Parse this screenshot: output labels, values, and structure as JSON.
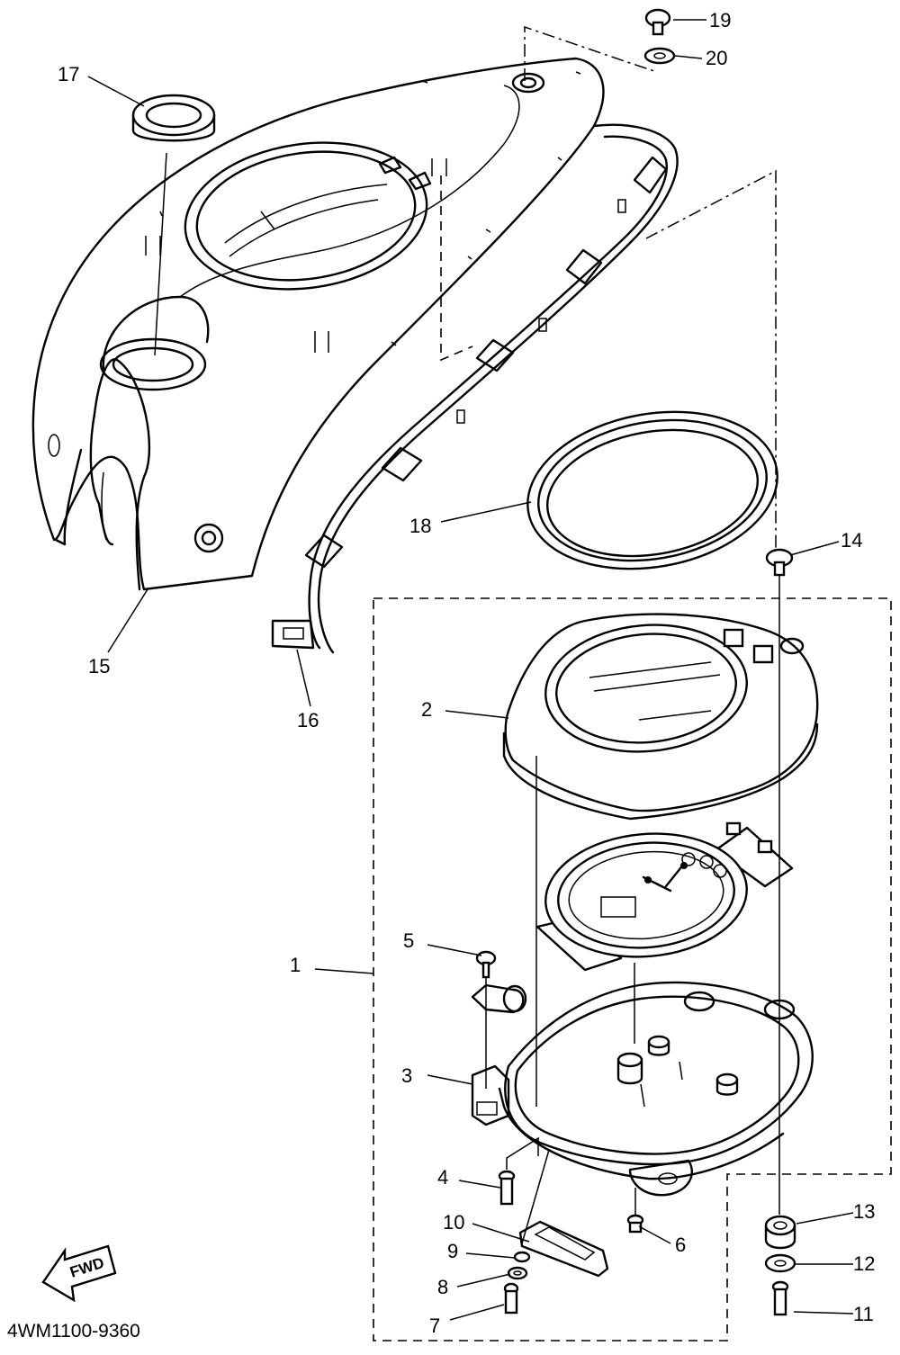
{
  "catalog_number": "4WM1100-9360",
  "direction_label": "FWD",
  "parts": [
    {
      "id": "p1",
      "label": "1"
    },
    {
      "id": "p2",
      "label": "2"
    },
    {
      "id": "p3",
      "label": "3"
    },
    {
      "id": "p4",
      "label": "4"
    },
    {
      "id": "p5",
      "label": "5"
    },
    {
      "id": "p6",
      "label": "6"
    },
    {
      "id": "p7",
      "label": "7"
    },
    {
      "id": "p8",
      "label": "8"
    },
    {
      "id": "p9",
      "label": "9"
    },
    {
      "id": "p10",
      "label": "10"
    },
    {
      "id": "p11",
      "label": "11"
    },
    {
      "id": "p12",
      "label": "12"
    },
    {
      "id": "p13",
      "label": "13"
    },
    {
      "id": "p14",
      "label": "14"
    },
    {
      "id": "p15",
      "label": "15"
    },
    {
      "id": "p16",
      "label": "16"
    },
    {
      "id": "p17",
      "label": "17"
    },
    {
      "id": "p18",
      "label": "18"
    },
    {
      "id": "p19",
      "label": "19"
    },
    {
      "id": "p20",
      "label": "20"
    }
  ]
}
